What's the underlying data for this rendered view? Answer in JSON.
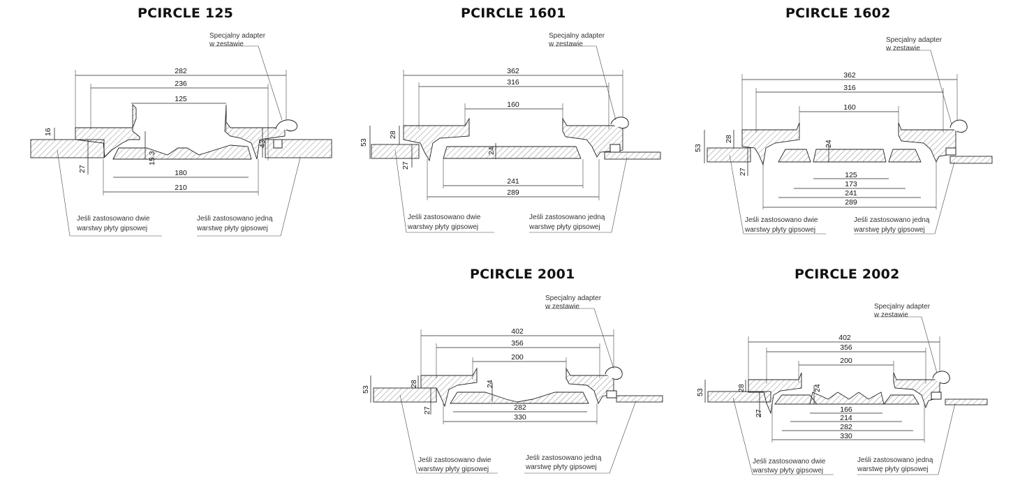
{
  "common": {
    "adapter_note": [
      "Specjalny adapter",
      "w zestawie"
    ],
    "note_two_layers": [
      "Jeśli zastosowano dwie",
      "warstwy płyty gipsowej"
    ],
    "note_one_layer": [
      "Jeśli zastosowano jedną",
      "warstwę płyty gipsowej"
    ]
  },
  "panels": [
    {
      "title": "PCIRCLE 125",
      "dims": {
        "outer": "282",
        "flange": "236",
        "neck": "125",
        "side_left": "16",
        "side_left2": "27",
        "side_right": "43",
        "lip": "15.3",
        "plate": "180",
        "bottom": "210"
      }
    },
    {
      "title": "PCIRCLE 1601",
      "dims": {
        "outer": "362",
        "flange": "316",
        "neck": "160",
        "side_total": "53",
        "side_a": "28",
        "side_b": "27",
        "plate_t": "24",
        "plate": "241",
        "bottom": "289"
      }
    },
    {
      "title": "PCIRCLE 1602",
      "dims": {
        "outer": "362",
        "flange": "316",
        "neck": "160",
        "side_total": "53",
        "side_a": "28",
        "side_b": "27",
        "plate_t": "24",
        "d1": "125",
        "d2": "173",
        "d3": "241",
        "d4": "289"
      }
    },
    {
      "title": "PCIRCLE 2001",
      "dims": {
        "outer": "402",
        "flange": "356",
        "neck": "200",
        "side_total": "53",
        "side_a": "28",
        "side_b": "27",
        "plate_t": "24",
        "plate": "282",
        "bottom": "330"
      }
    },
    {
      "title": "PCIRCLE 2002",
      "dims": {
        "outer": "402",
        "flange": "356",
        "neck": "200",
        "side_total": "53",
        "side_a": "28",
        "side_b": "27",
        "plate_t": "24",
        "d1": "166",
        "d2": "214",
        "d3": "282",
        "d4": "330"
      }
    }
  ]
}
